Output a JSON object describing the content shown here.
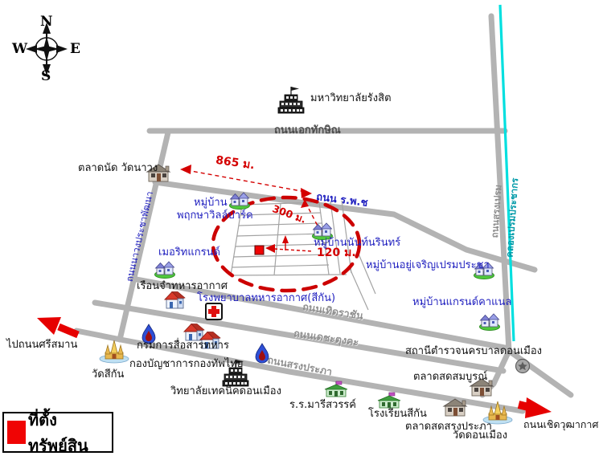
{
  "map": {
    "compass": {
      "n": "N",
      "e": "E",
      "s": "S",
      "w": "W"
    },
    "legend": {
      "property_label": "ที่ตั้งทรัพย์สิน"
    },
    "measurements": {
      "d865": "865 ม.",
      "d300": "300 ม.",
      "d120": "120 ม."
    },
    "roads": {
      "ek_thaksin": "ถนนเอกทักษิณ",
      "rpc": "ถนน ร.พ.ช",
      "nawong_prachaphatthana": "ถนนนาวงประชาพัฒนา",
      "thoet_rachan": "ถนนเทิดราชัน",
      "decha_tungka": "ถนนเดชะตุงคะ",
      "song_prapha": "ถนนสรงประภา",
      "song_prem": "ถนนสรงเปรม",
      "choet_wutthakat": "ถนนเชิดวุฒากาศ",
      "to_si_saman": "ไปถนนศรีสมาน"
    },
    "canal": {
      "khlong_prem_prachakon": "คลองเปรมประชากร"
    },
    "places": {
      "rangsit_university": "มหาวิทยาลัยรังสิต",
      "talat_nat_wat_nawong": "ตลาดนัด วัดนาวง",
      "muban": "หมู่บ้าน",
      "phruksa_ville_park": "พฤกษาวิลล์ปาร์ค",
      "merit_grand": "เมอริทแกรนด์",
      "muban_nantnarin": "หมู่บ้านนันท์นรินทร์",
      "muban_yu_charoen": "หมู่บ้านอยู่เจริญเปรมประชา",
      "muban_grand_canal": "หมู่บ้านแกรนด์คาแนล",
      "air_force_prison": "เรือนจำทหารอากาศ",
      "air_force_hospital": "โรงพยาบาลทหารอากาศ(สีกัน)",
      "military_comm_dept": "กรมการสื่อสารทหาร",
      "rtarf_hq": "กองบัญชาการกองทัพไทย",
      "wat_sikan": "วัดสีกัน",
      "donmueang_technical_college": "วิทยาลัยเทคนิคดอนเมือง",
      "maree_sawan_school": "ร.ร.มารีสวรรค์",
      "sikan_school": "โรงเรียนสีกัน",
      "donmueang_police_station": "สถานีตำรวจนครบาลดอนเมือง",
      "talat_somboon": "ตลาดสดสมบูรณ์",
      "talat_song_prapha": "ตลาดสดสรงประภา",
      "wat_donmueang": "วัดดอนเมือง"
    },
    "colors": {
      "road": "#b3b3b3",
      "canal": "#00dfdf",
      "village_text": "#1f1fbf",
      "measure_red": "#d40000",
      "property_marker": "#f00404"
    }
  }
}
